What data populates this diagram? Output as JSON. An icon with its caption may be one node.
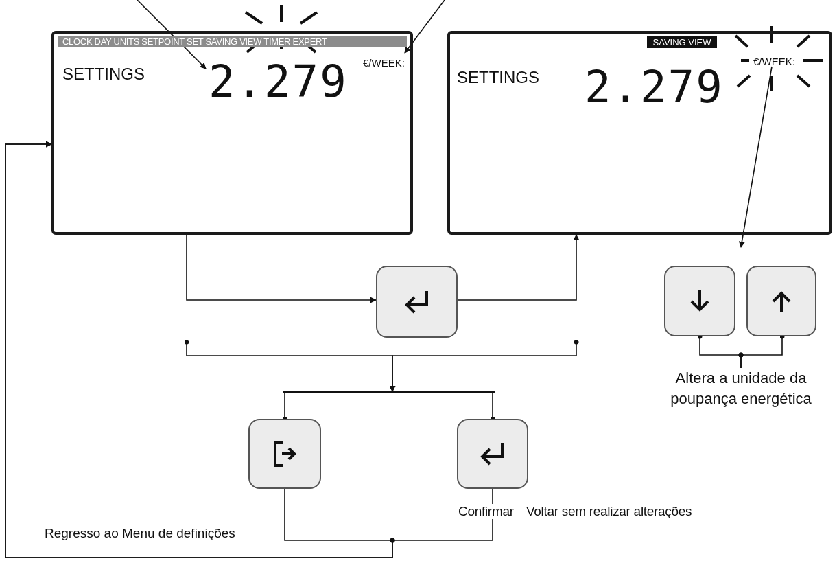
{
  "diagram": {
    "nodes": [
      {
        "text": [
          "CLOCK DAY UNITS SETPOINT SET SAVING VIEW TIMER EXPERT",
          "SETTINGS"
        ]
      },
      {
        "text": [
          "2.279"
        ],
        "in": 0
      },
      {
        "text": [
          "€/WEEK:"
        ],
        "in": 0
      },
      {
        "text": [
          "SAVING VIEW",
          "SETTINGS"
        ]
      },
      {
        "text": [
          "2.279"
        ],
        "in": 3
      },
      {
        "text": [
          "€/WEEK:"
        ],
        "in": 3
      },
      {
        "text": [],
        "shape": "box"
      },
      {
        "text": [],
        "shape": "box"
      },
      {
        "text": [],
        "shape": "box"
      },
      {
        "text": [],
        "shape": "box"
      },
      {
        "text": [],
        "shape": "box"
      },
      {
        "text": [
          "Altera a unidade da poupança energética"
        ]
      },
      {
        "text": [],
        "shape": "bar"
      }
    ],
    "edges": [
      {
        "from": null,
        "to": 1,
        "arrow": "to"
      },
      {
        "from": null,
        "to": 2,
        "arrow": "to"
      },
      {
        "from": 0,
        "to": 6,
        "arrow": "to"
      },
      {
        "from": 6,
        "to": 3,
        "arrow": "to"
      },
      {
        "from": null,
        "to": 12,
        "arrow": "to"
      },
      {
        "from": null,
        "to": 12,
        "arrow": "to"
      },
      {
        "from": 5,
        "to": null,
        "arrow": "to"
      },
      {
        "from": 7,
        "to": 11,
        "arrow": "other"
      },
      {
        "from": 8,
        "to": 11,
        "arrow": "other"
      },
      {
        "from": 9,
        "to": 0,
        "arrow": "to",
        "label": "Regresso ao Menu de definições"
      },
      {
        "from": 10,
        "to": 0,
        "arrow": "to"
      },
      {
        "from": 12,
        "to": 9,
        "arrow": "other"
      },
      {
        "from": 12,
        "to": 10,
        "arrow": "other"
      }
    ],
    "labels": [
      "Confirmar",
      "Voltar sem realizar alterações"
    ]
  }
}
